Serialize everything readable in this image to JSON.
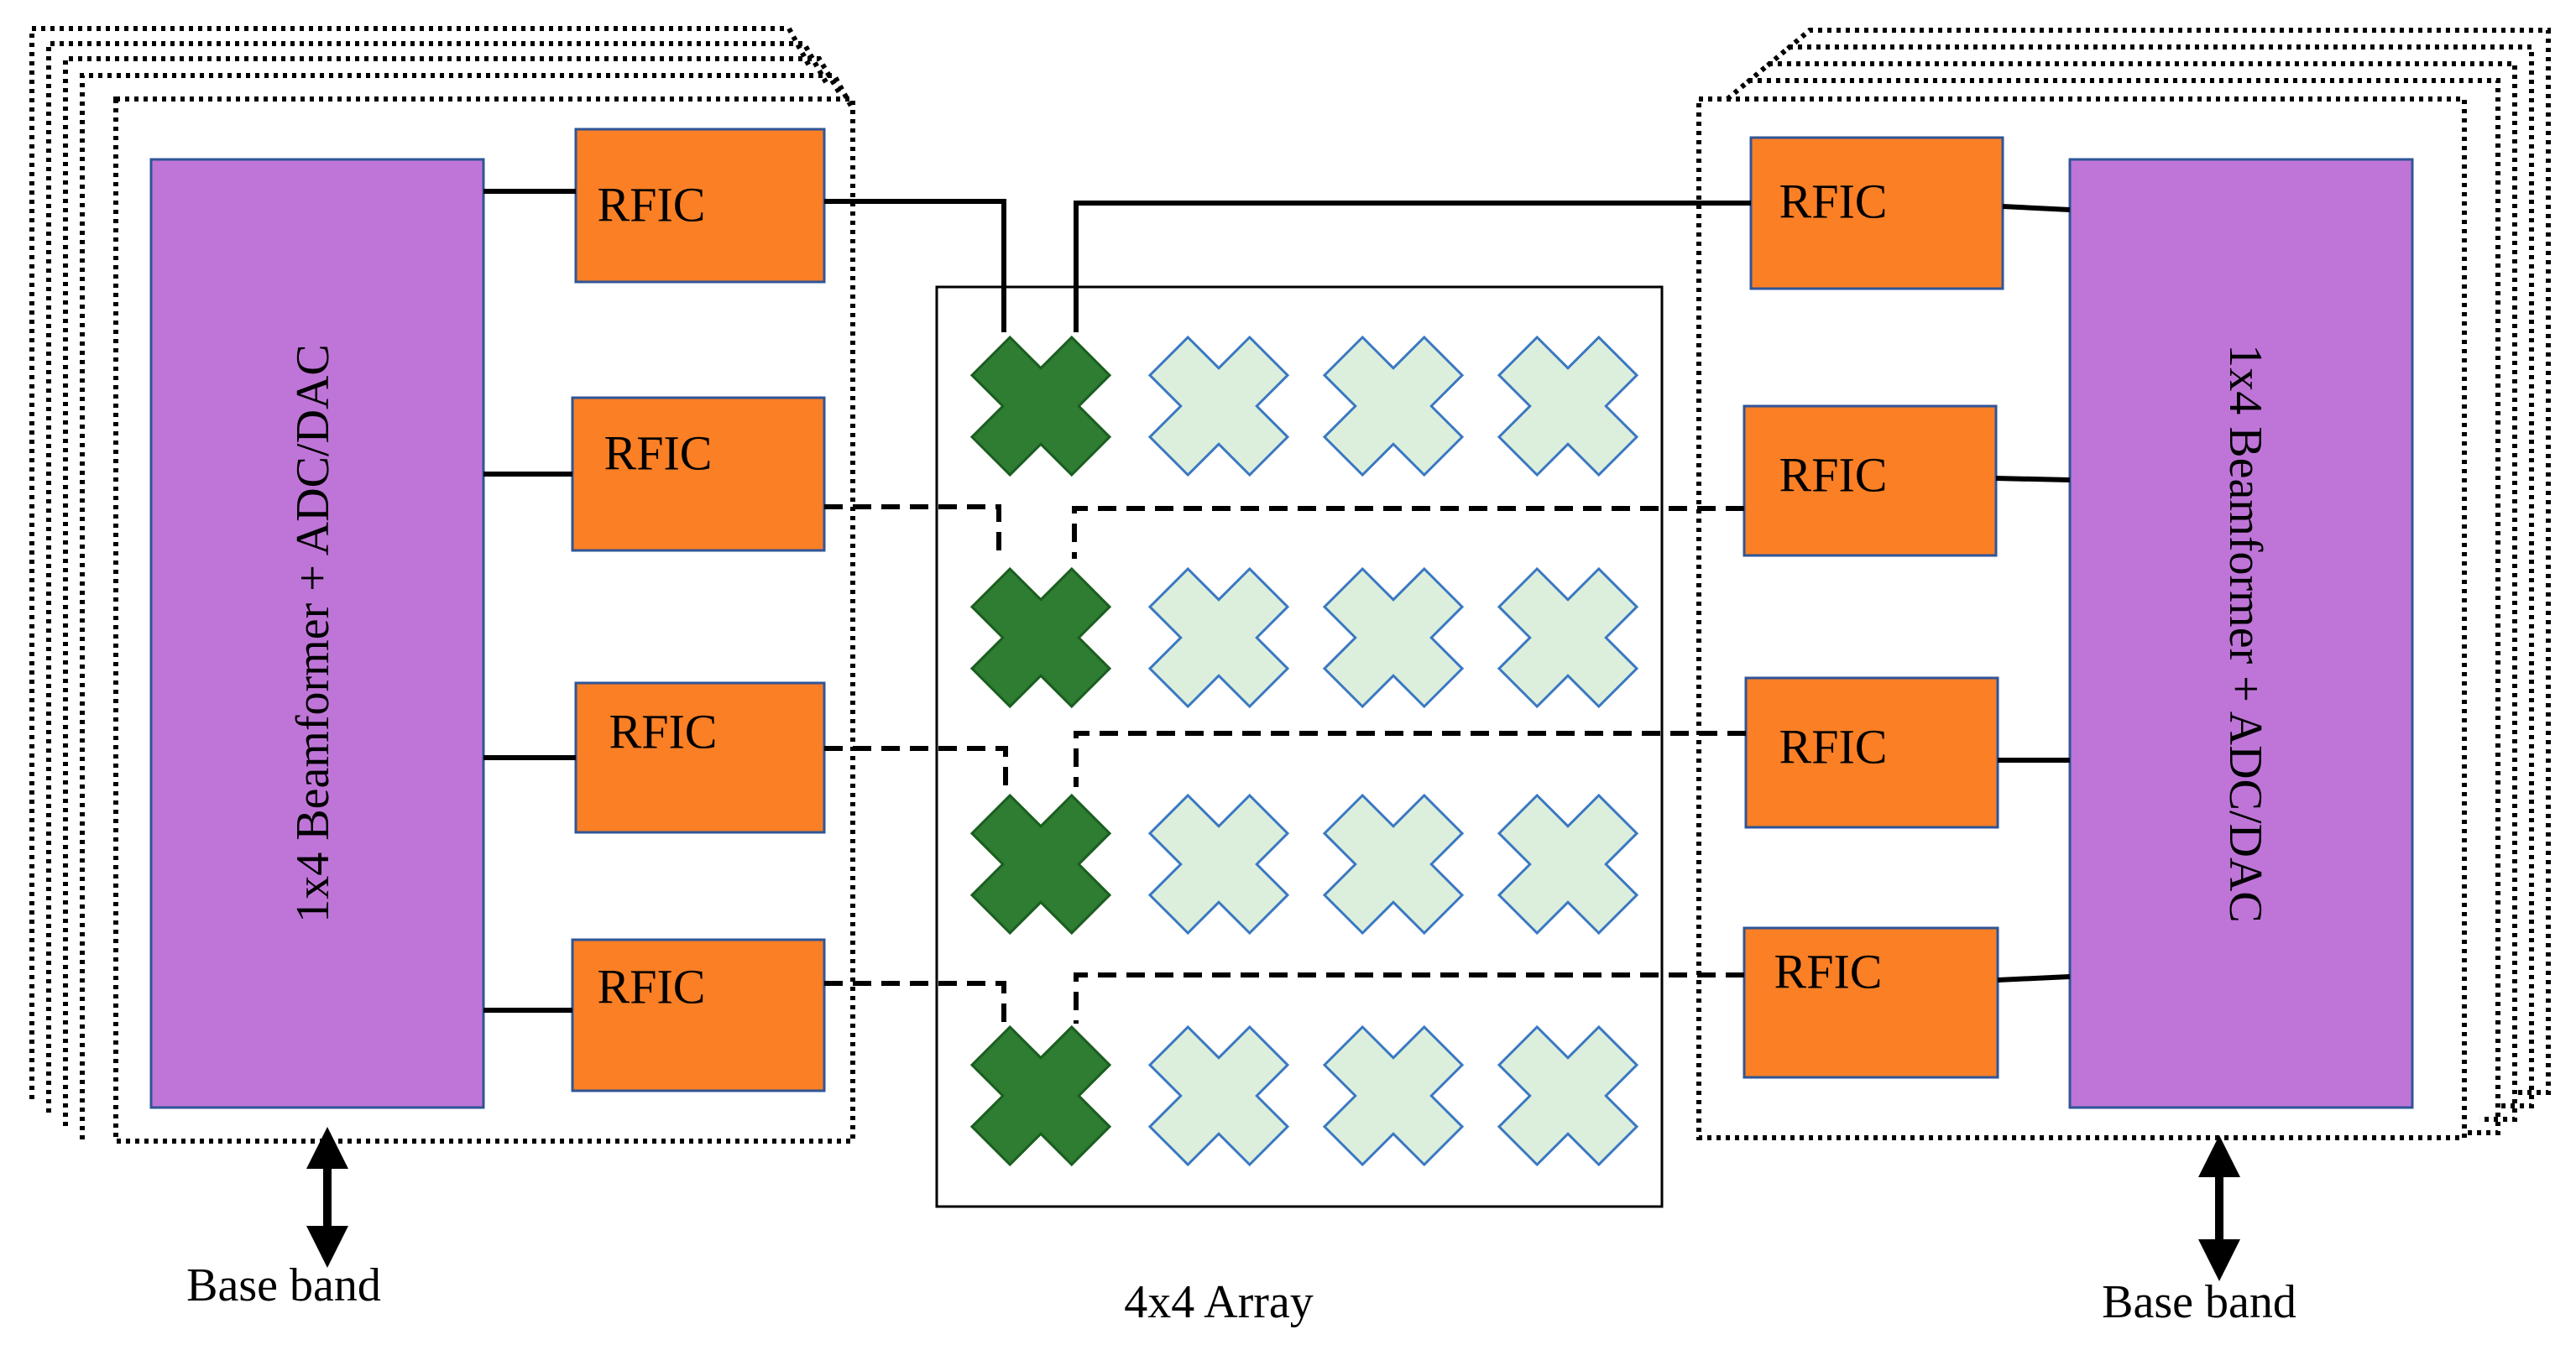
{
  "colors": {
    "beamformer_fill": "#bf75d8",
    "rfic_fill": "#fb7f25",
    "active_element": "#2e7d32",
    "inactive_element": "#dcefdc",
    "inactive_outline": "#3a78c2",
    "line": "#000000"
  },
  "left_module": {
    "beamformer_label": "1x4 Beamformer + ADC/DAC",
    "rfic_labels": [
      "RFIC",
      "RFIC",
      "RFIC",
      "RFIC"
    ],
    "baseband_label": "Base band"
  },
  "right_module": {
    "beamformer_label": "1x4 Beamformer + ADC/DAC",
    "rfic_labels": [
      "RFIC",
      "RFIC",
      "RFIC",
      "RFIC"
    ],
    "baseband_label": "Base band"
  },
  "array": {
    "label": "4x4 Array",
    "rows": 4,
    "cols": 4,
    "active_column": 0
  }
}
